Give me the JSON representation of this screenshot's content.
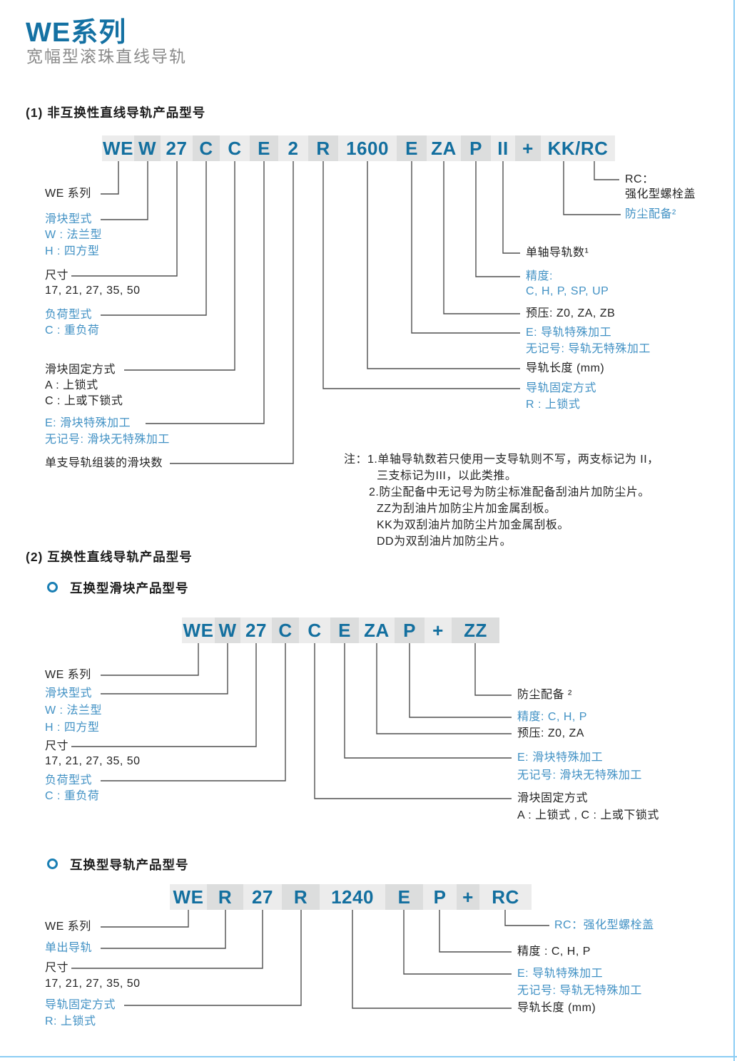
{
  "page": {
    "title": "WE系列",
    "subtitle": "宽幅型滚珠直线导轨"
  },
  "colors": {
    "accent_blue": "#1471a3",
    "model_blue": "#136f9f",
    "label_blue": "#4191c4",
    "edge_blue": "#8bcdf4",
    "box_light": "#ececec",
    "box_dark": "#dcdddd"
  },
  "s1": {
    "heading": "(1) 非互换性直线导轨产品型号",
    "model": [
      "WE",
      "W",
      "27",
      "C",
      "C",
      "E",
      "2",
      "R",
      "1600",
      "E",
      "ZA",
      "P",
      "II",
      "+",
      "KK/RC"
    ],
    "labels": {
      "series": "WE 系列",
      "block_type": "滑块型式",
      "block_w": "W : 法兰型",
      "block_h": "H : 四方型",
      "size": "尺寸",
      "size_vals": "17, 21, 27, 35, 50",
      "load": "负荷型式",
      "load_c": "C : 重负荷",
      "block_fix": "滑块固定方式",
      "block_fix_a": "A : 上锁式",
      "block_fix_c": "C : 上或下锁式",
      "block_e": "E: 滑块特殊加工",
      "block_none": "无记号: 滑块无特殊加工",
      "block_count": "单支导轨组装的滑块数",
      "rc": "RC：",
      "rc2": "强化型螺栓盖",
      "dust": "防尘配备²",
      "rails": "单轴导轨数¹",
      "acc": "精度:",
      "acc_vals": "C, H, P, SP, UP",
      "preload": "预压: Z0, ZA, ZB",
      "rail_e": "E: 导轨特殊加工",
      "rail_none": "无记号: 导轨无特殊加工",
      "rail_len": "导轨长度 (mm)",
      "rail_fix": "导轨固定方式",
      "rail_fix_r": "R : 上锁式"
    },
    "notes": [
      "注：1.单轴导轨数若只使用一支导轨则不写，两支标记为 II，",
      "三支标记为III，以此类推。",
      "2.防尘配备中无记号为防尘标准配备刮油片加防尘片。",
      "ZZ为刮油片加防尘片加金属刮板。",
      "KK为双刮油片加防尘片加金属刮板。",
      "DD为双刮油片加防尘片。"
    ]
  },
  "s2": {
    "heading": "(2) 互换性直线导轨产品型号",
    "sub1": "互换型滑块产品型号",
    "model": [
      "WE",
      "W",
      "27",
      "C",
      "C",
      "E",
      "ZA",
      "P",
      "+",
      "ZZ"
    ],
    "labels": {
      "series": "WE 系列",
      "block_type": "滑块型式",
      "block_w": "W : 法兰型",
      "block_h": "H : 四方型",
      "size": "尺寸",
      "size_vals": "17, 21, 27, 35, 50",
      "load": "负荷型式",
      "load_c": "C : 重负荷",
      "dust": "防尘配备 ²",
      "acc": "精度: C, H, P",
      "preload": "预压: Z0, ZA",
      "block_e": "E: 滑块特殊加工",
      "block_none": "无记号: 滑块无特殊加工",
      "block_fix": "滑块固定方式",
      "block_fix_vals": "A : 上锁式 , C : 上或下锁式"
    },
    "sub2": "互换型导轨产品型号",
    "model2": [
      "WE",
      "R",
      "27",
      "R",
      "1240",
      "E",
      "P",
      "+",
      "RC"
    ],
    "labels2": {
      "series": "WE 系列",
      "single": "单出导轨",
      "size": "尺寸",
      "size_vals": "17, 21, 27, 35, 50",
      "rail_fix": "导轨固定方式",
      "rail_fix_r": "R: 上锁式",
      "rc": "RC：强化型螺栓盖",
      "acc": "精度 : C, H, P",
      "rail_e": "E: 导轨特殊加工",
      "rail_none": "无记号: 导轨无特殊加工",
      "rail_len": "导轨长度 (mm)"
    }
  }
}
